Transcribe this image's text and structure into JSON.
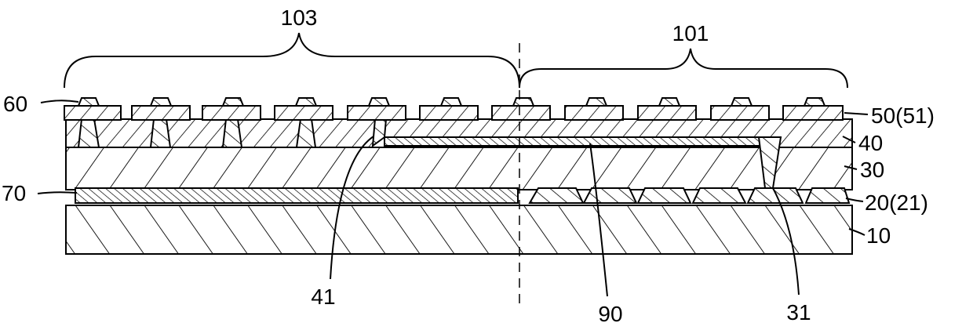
{
  "figure": {
    "region_labels": {
      "left": "103",
      "right": "101"
    },
    "layer_labels": {
      "substrate": "10",
      "layer_20": "20(21)",
      "insulation_30": "30",
      "via_31": "31",
      "layer_40": "40",
      "via_41": "41",
      "top_50": "50(51)",
      "bump_60": "60",
      "layer_70": "70",
      "trace_90": "90"
    }
  }
}
